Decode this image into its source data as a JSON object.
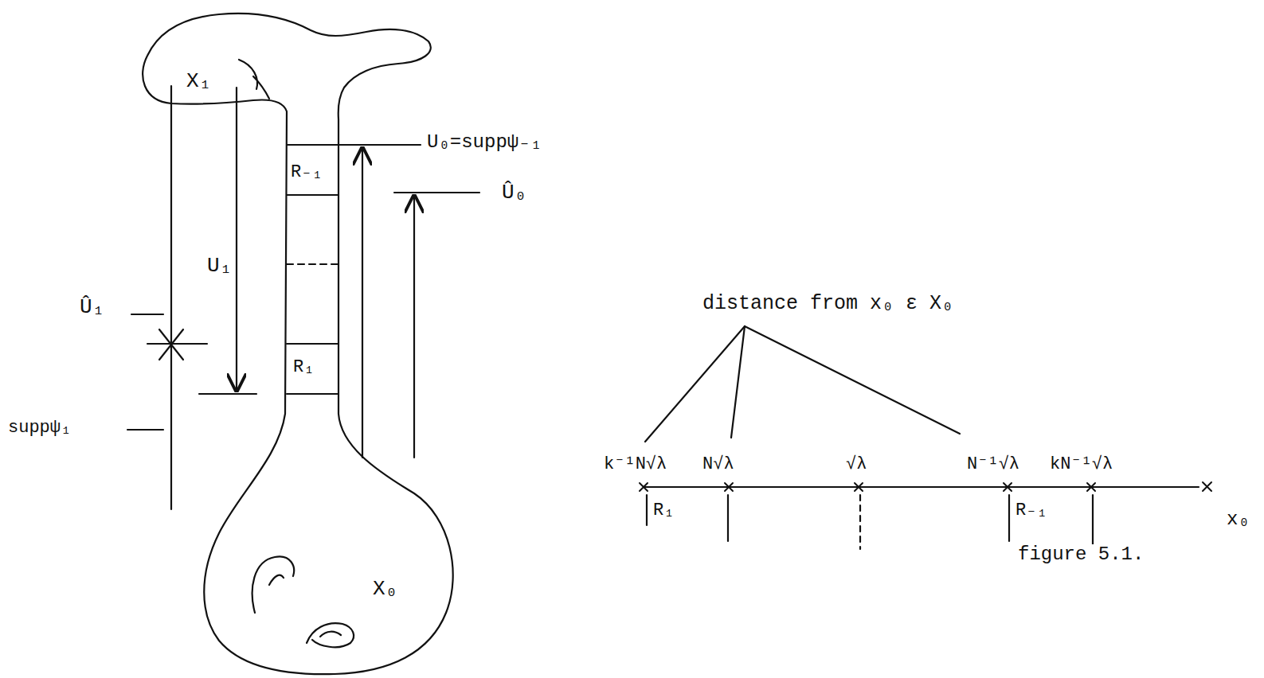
{
  "diagram": {
    "caption": "figure 5.1.",
    "labels": [
      "X₁",
      "X₀",
      "R₋₁",
      "R₁",
      "U₀=suppψ₋₁",
      "Û₀",
      "U₁",
      "Û₁",
      "suppψ₁",
      "distance from x₀ ε X₀",
      "k⁻¹N√λ",
      "N√λ",
      "√λ",
      "N⁻¹√λ",
      "kN⁻¹√λ",
      "R₁",
      "R₋₁",
      "x₀"
    ]
  }
}
